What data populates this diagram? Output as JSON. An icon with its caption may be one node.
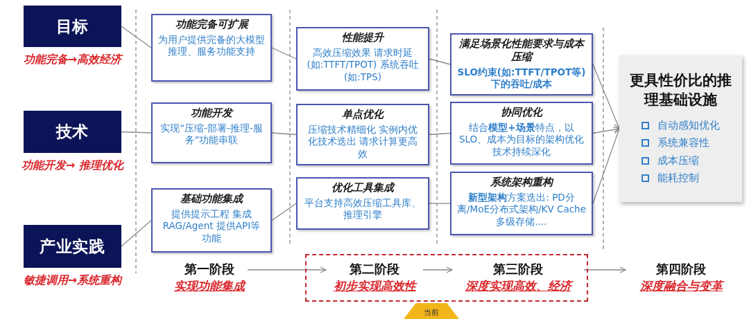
{
  "diagram": {
    "nodes": [
      {
        "text": [
          "目标"
        ],
        "beside": [
          "功能完备→高效经济"
        ]
      },
      {
        "text": [
          "技术"
        ],
        "beside": [
          "功能开发→ 推理优化"
        ]
      },
      {
        "text": [
          "产业实践"
        ],
        "beside": [
          "敏捷调用→系统重构"
        ]
      },
      {
        "text": [
          "功能完备可扩展",
          "为用户提供完备的大模型推理、服务功能支持"
        ]
      },
      {
        "text": [
          "功能开发",
          "实现“压缩-部署-推理-服务”功能串联"
        ]
      },
      {
        "text": [
          "基础功能集成",
          "提供提示工程 集成RAG/Agent 提供API等功能"
        ]
      },
      {
        "text": [
          "性能提升",
          "高效压缩效果 请求时延(如:TTFT/TPOT) 系统吞吐(如:TPS)"
        ]
      },
      {
        "text": [
          "单点优化",
          "压缩技术精细化 实例内优化技术迭出 请求计算更高效"
        ]
      },
      {
        "text": [
          "优化工具集成",
          "平台支持高效压缩工具库、推理引擎"
        ]
      },
      {
        "text": [
          "满足场景化性能要求与成本压缩",
          "SLO约束(如:TTFT/TPOT等)下的吞吐/成本"
        ]
      },
      {
        "text": [
          "协同优化",
          "结合**模型+场景**特点，以SLO、成本为目标的架构优化技术持续深化"
        ]
      },
      {
        "text": [
          "系统架构重构",
          "**新型架构**方案迭出: PD分离/MoE分布式架构/KV Cache多级存储...."
        ]
      },
      {
        "text": [
          "更具性价比的推理基础设施",
          "自动感知优化",
          "系统兼容性",
          "成本压缩",
          "能耗控制"
        ]
      },
      {
        "text": [
          "第一阶段",
          "实现功能集成"
        ]
      },
      {
        "text": [],
        "shape": "box"
      },
      {
        "text": [
          "第二阶段",
          "初步实现高效性"
        ],
        "in": 14
      },
      {
        "text": [
          "第三阶段",
          "深度实现高效、经济"
        ],
        "in": 14
      },
      {
        "text": [
          "第四阶段",
          "深度融合与变革"
        ]
      }
    ],
    "edges": [
      {
        "from": 0,
        "to": 3,
        "arrow": "none"
      },
      {
        "from": 3,
        "to": 6,
        "arrow": "none"
      },
      {
        "from": 6,
        "to": 9,
        "arrow": "none"
      },
      {
        "from": 9,
        "to": 12,
        "arrow": "to"
      },
      {
        "from": 1,
        "to": 4,
        "arrow": "none"
      },
      {
        "from": 4,
        "to": 7,
        "arrow": "none"
      },
      {
        "from": 7,
        "to": 10,
        "arrow": "none"
      },
      {
        "from": 10,
        "to": 12,
        "arrow": "to"
      },
      {
        "from": 2,
        "to": 5,
        "arrow": "none"
      },
      {
        "from": 5,
        "to": 8,
        "arrow": "none"
      },
      {
        "from": 8,
        "to": 11,
        "arrow": "none"
      },
      {
        "from": 11,
        "to": 12,
        "arrow": "to"
      },
      {
        "from": 13,
        "to": 15,
        "arrow": "to"
      },
      {
        "from": 15,
        "to": 16,
        "arrow": "to"
      },
      {
        "from": 16,
        "to": 17,
        "arrow": "to"
      }
    ],
    "labels": [
      "当前"
    ]
  }
}
